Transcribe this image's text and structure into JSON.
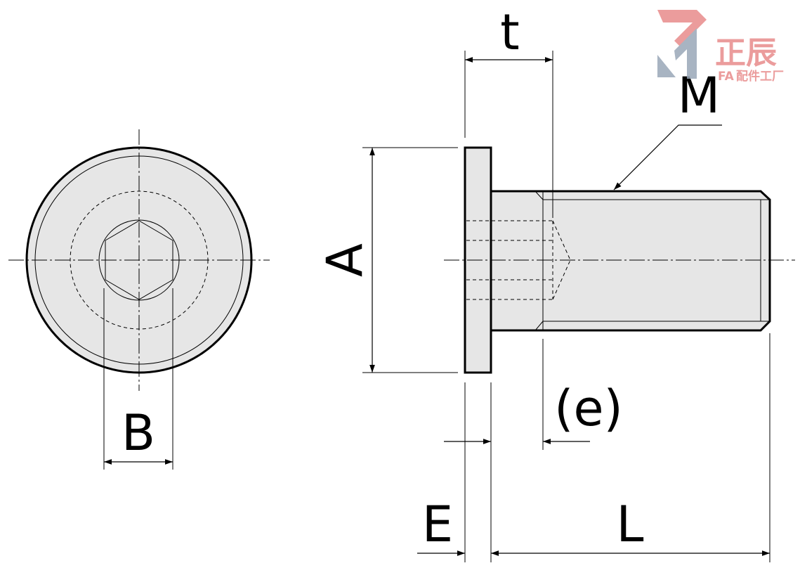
{
  "labels": {
    "t": "t",
    "M": "M",
    "A": "A",
    "B": "B",
    "e": "(e)",
    "E": "E",
    "L": "L"
  },
  "logo": {
    "name": "正辰",
    "fa": "FA",
    "subtitle": "配件工厂"
  },
  "colors": {
    "part_fill": "#e6e6e6",
    "line": "#000000",
    "logo_pink": "#e88b8b",
    "logo_gray": "#9aa7b8"
  }
}
